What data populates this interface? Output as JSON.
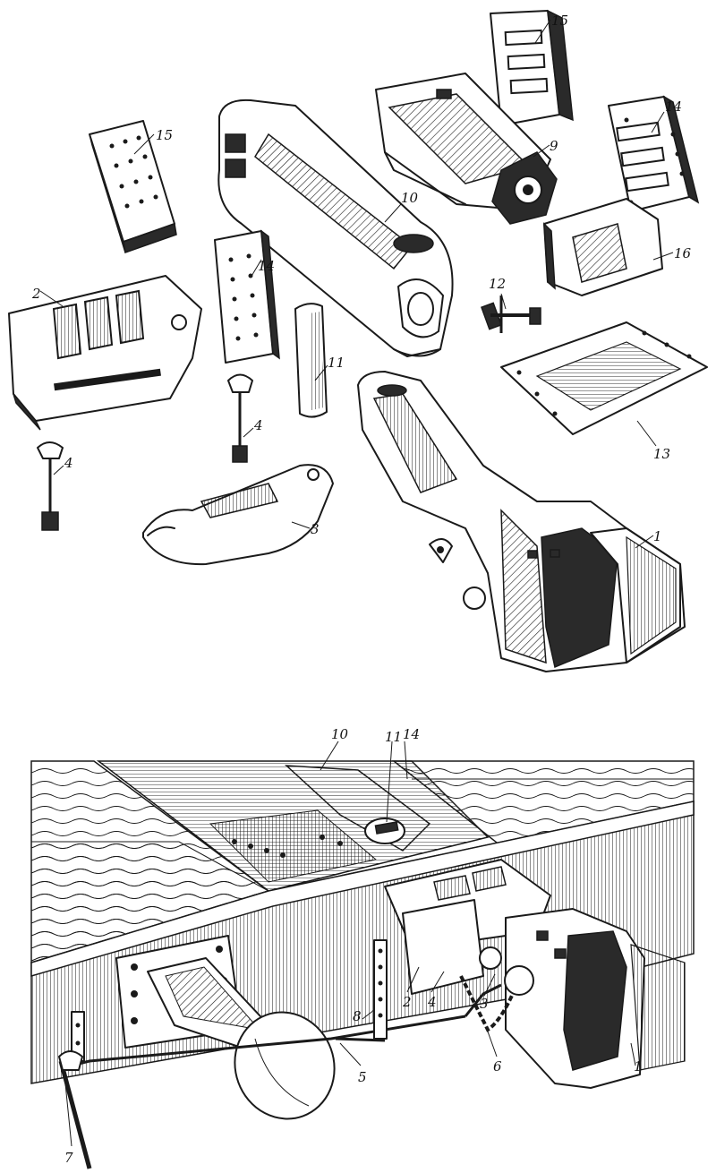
{
  "top": {
    "callouts": [
      {
        "id": "15a",
        "text": "15"
      },
      {
        "id": "15b",
        "text": "15"
      },
      {
        "id": "10",
        "text": "10"
      },
      {
        "id": "9",
        "text": "9"
      },
      {
        "id": "14a",
        "text": "14"
      },
      {
        "id": "14b",
        "text": "14"
      },
      {
        "id": "2",
        "text": "2"
      },
      {
        "id": "16",
        "text": "16"
      },
      {
        "id": "12",
        "text": "12"
      },
      {
        "id": "11",
        "text": "11"
      },
      {
        "id": "4a",
        "text": "4"
      },
      {
        "id": "4b",
        "text": "4"
      },
      {
        "id": "13",
        "text": "13"
      },
      {
        "id": "3",
        "text": "3"
      },
      {
        "id": "1",
        "text": "1"
      }
    ]
  },
  "bottom": {
    "callouts": [
      {
        "id": "10",
        "text": "10"
      },
      {
        "id": "11",
        "text": "11"
      },
      {
        "id": "14",
        "text": "14"
      },
      {
        "id": "2",
        "text": "2"
      },
      {
        "id": "4",
        "text": "4"
      },
      {
        "id": "3",
        "text": "3"
      },
      {
        "id": "8",
        "text": "8"
      },
      {
        "id": "5",
        "text": "5"
      },
      {
        "id": "6",
        "text": "6"
      },
      {
        "id": "1",
        "text": "1"
      },
      {
        "id": "7",
        "text": "7"
      }
    ]
  }
}
